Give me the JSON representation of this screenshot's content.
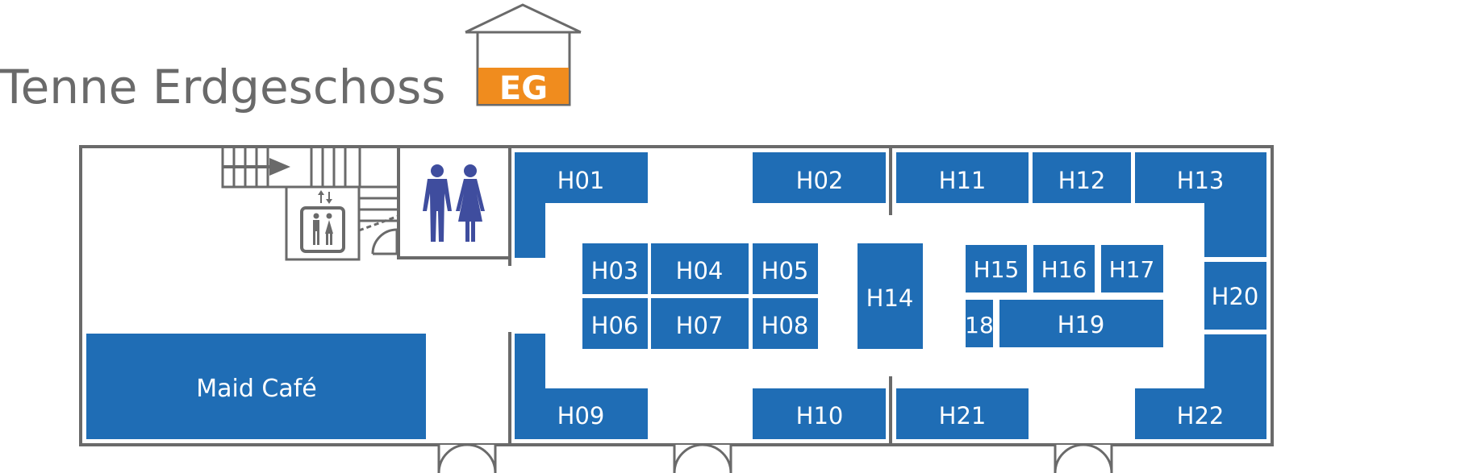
{
  "header": {
    "title": "Tenne Erdgeschoss",
    "floor_badge": "EG",
    "floor_badge_color": "#f08c1e"
  },
  "colors": {
    "booth_fill": "#1f6db5",
    "wall": "#6a6a6a",
    "people_icon": "#3f4d9e",
    "background": "#ffffff"
  },
  "icons": [
    "house-icon",
    "stairs-icon",
    "elevator-icon",
    "restroom-icon",
    "door-icon",
    "arrow-right-icon"
  ],
  "booths": {
    "H01": "H01",
    "H02": "H02",
    "H03": "H03",
    "H04": "H04",
    "H05": "H05",
    "H06": "H06",
    "H07": "H07",
    "H08": "H08",
    "H09": "H09",
    "H10": "H10",
    "H11": "H11",
    "H12": "H12",
    "H13": "H13",
    "H14": "H14",
    "H15": "H15",
    "H16": "H16",
    "H17": "H17",
    "H18": "18",
    "H19": "H19",
    "H20": "H20",
    "H21": "H21",
    "H22": "H22"
  },
  "cafe": {
    "label": "Maid Café"
  }
}
